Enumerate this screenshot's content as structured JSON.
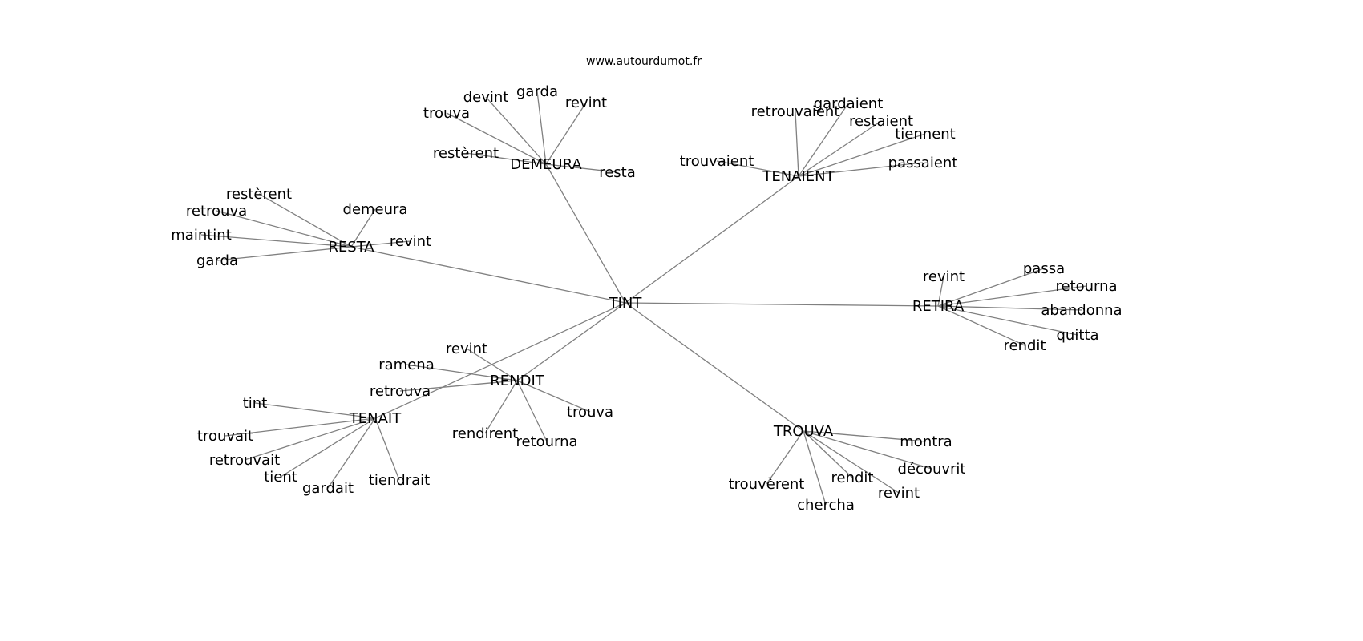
{
  "title": "www.autourdumot.fr",
  "edge_color": "#808080",
  "nodes": [
    {
      "id": "tint",
      "label": "TINT"
    },
    {
      "id": "demeura",
      "label": "DEMEURA"
    },
    {
      "id": "demeura_trouva",
      "label": "trouva"
    },
    {
      "id": "demeura_devint",
      "label": "devint"
    },
    {
      "id": "demeura_garda",
      "label": "garda"
    },
    {
      "id": "demeura_revint",
      "label": "revint"
    },
    {
      "id": "demeura_resterent",
      "label": "restèrent"
    },
    {
      "id": "demeura_resta",
      "label": "resta"
    },
    {
      "id": "tenaient",
      "label": "TENAIENT"
    },
    {
      "id": "tenaient_retrouvaient",
      "label": "retrouvaient"
    },
    {
      "id": "tenaient_gardaient",
      "label": "gardaient"
    },
    {
      "id": "tenaient_restaient",
      "label": "restaient"
    },
    {
      "id": "tenaient_tiennent",
      "label": "tiennent"
    },
    {
      "id": "tenaient_trouvaient",
      "label": "trouvaient"
    },
    {
      "id": "tenaient_passaient",
      "label": "passaient"
    },
    {
      "id": "resta",
      "label": "RESTA"
    },
    {
      "id": "resta_resterent",
      "label": "restèrent"
    },
    {
      "id": "resta_retrouva",
      "label": "retrouva"
    },
    {
      "id": "resta_demeura",
      "label": "demeura"
    },
    {
      "id": "resta_maintint",
      "label": "maintint"
    },
    {
      "id": "resta_revint",
      "label": "revint"
    },
    {
      "id": "resta_garda",
      "label": "garda"
    },
    {
      "id": "retira",
      "label": "RETIRA"
    },
    {
      "id": "retira_revint",
      "label": "revint"
    },
    {
      "id": "retira_passa",
      "label": "passa"
    },
    {
      "id": "retira_retourna",
      "label": "retourna"
    },
    {
      "id": "retira_abandonna",
      "label": "abandonna"
    },
    {
      "id": "retira_quitta",
      "label": "quitta"
    },
    {
      "id": "retira_rendit",
      "label": "rendit"
    },
    {
      "id": "rendit",
      "label": "RENDIT"
    },
    {
      "id": "rendit_revint",
      "label": "revint"
    },
    {
      "id": "rendit_ramena",
      "label": "ramena"
    },
    {
      "id": "rendit_retrouva",
      "label": "retrouva"
    },
    {
      "id": "rendit_trouva",
      "label": "trouva"
    },
    {
      "id": "rendit_rendirent",
      "label": "rendirent"
    },
    {
      "id": "rendit_retourna",
      "label": "retourna"
    },
    {
      "id": "tenait",
      "label": "TENAIT"
    },
    {
      "id": "tenait_tint",
      "label": "tint"
    },
    {
      "id": "tenait_trouvait",
      "label": "trouvait"
    },
    {
      "id": "tenait_retrouvait",
      "label": "retrouvait"
    },
    {
      "id": "tenait_tient",
      "label": "tient"
    },
    {
      "id": "tenait_gardait",
      "label": "gardait"
    },
    {
      "id": "tenait_tiendrait",
      "label": "tiendrait"
    },
    {
      "id": "trouva",
      "label": "TROUVA"
    },
    {
      "id": "trouva_montra",
      "label": "montra"
    },
    {
      "id": "trouva_decouvrit",
      "label": "découvrit"
    },
    {
      "id": "trouva_rendit",
      "label": "rendit"
    },
    {
      "id": "trouva_revint",
      "label": "revint"
    },
    {
      "id": "trouva_trouverent",
      "label": "trouvèrent"
    },
    {
      "id": "trouva_chercha",
      "label": "chercha"
    }
  ],
  "edges": [
    [
      "tint",
      "demeura"
    ],
    [
      "tint",
      "tenaient"
    ],
    [
      "tint",
      "resta"
    ],
    [
      "tint",
      "retira"
    ],
    [
      "tint",
      "rendit"
    ],
    [
      "tint",
      "tenait"
    ],
    [
      "tint",
      "trouva"
    ],
    [
      "demeura",
      "demeura_trouva"
    ],
    [
      "demeura",
      "demeura_devint"
    ],
    [
      "demeura",
      "demeura_garda"
    ],
    [
      "demeura",
      "demeura_revint"
    ],
    [
      "demeura",
      "demeura_resterent"
    ],
    [
      "demeura",
      "demeura_resta"
    ],
    [
      "tenaient",
      "tenaient_retrouvaient"
    ],
    [
      "tenaient",
      "tenaient_gardaient"
    ],
    [
      "tenaient",
      "tenaient_restaient"
    ],
    [
      "tenaient",
      "tenaient_tiennent"
    ],
    [
      "tenaient",
      "tenaient_trouvaient"
    ],
    [
      "tenaient",
      "tenaient_passaient"
    ],
    [
      "resta",
      "resta_resterent"
    ],
    [
      "resta",
      "resta_retrouva"
    ],
    [
      "resta",
      "resta_demeura"
    ],
    [
      "resta",
      "resta_maintint"
    ],
    [
      "resta",
      "resta_revint"
    ],
    [
      "resta",
      "resta_garda"
    ],
    [
      "retira",
      "retira_revint"
    ],
    [
      "retira",
      "retira_passa"
    ],
    [
      "retira",
      "retira_retourna"
    ],
    [
      "retira",
      "retira_abandonna"
    ],
    [
      "retira",
      "retira_quitta"
    ],
    [
      "retira",
      "retira_rendit"
    ],
    [
      "rendit",
      "rendit_revint"
    ],
    [
      "rendit",
      "rendit_ramena"
    ],
    [
      "rendit",
      "rendit_retrouva"
    ],
    [
      "rendit",
      "rendit_trouva"
    ],
    [
      "rendit",
      "rendit_rendirent"
    ],
    [
      "rendit",
      "rendit_retourna"
    ],
    [
      "tenait",
      "tenait_tint"
    ],
    [
      "tenait",
      "tenait_trouvait"
    ],
    [
      "tenait",
      "tenait_retrouvait"
    ],
    [
      "tenait",
      "tenait_tient"
    ],
    [
      "tenait",
      "tenait_gardait"
    ],
    [
      "tenait",
      "tenait_tiendrait"
    ],
    [
      "trouva",
      "trouva_montra"
    ],
    [
      "trouva",
      "trouva_decouvrit"
    ],
    [
      "trouva",
      "trouva_rendit"
    ],
    [
      "trouva",
      "trouva_revint"
    ],
    [
      "trouva",
      "trouva_trouverent"
    ],
    [
      "trouva",
      "trouva_chercha"
    ]
  ]
}
